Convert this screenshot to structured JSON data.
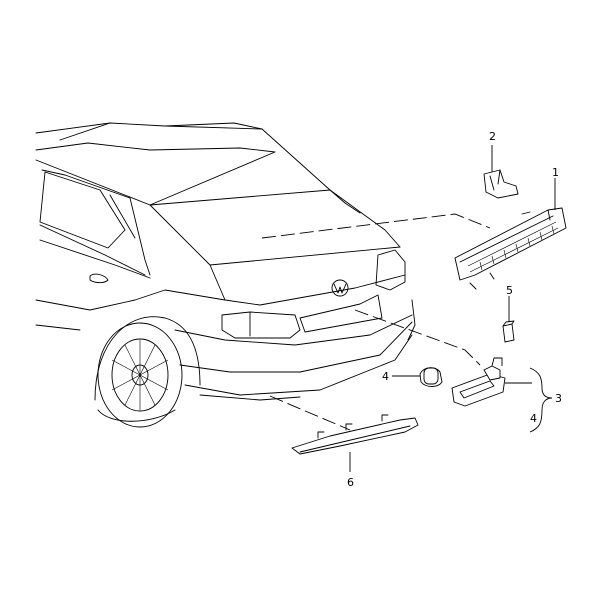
{
  "diagram": {
    "callouts": [
      {
        "id": "callout-1",
        "label": "1"
      },
      {
        "id": "callout-2",
        "label": "2"
      },
      {
        "id": "callout-3",
        "label": "3"
      },
      {
        "id": "callout-4-bulb",
        "label": "4"
      },
      {
        "id": "callout-4-housing",
        "label": "4"
      },
      {
        "id": "callout-5",
        "label": "5"
      },
      {
        "id": "callout-6",
        "label": "6"
      }
    ]
  }
}
